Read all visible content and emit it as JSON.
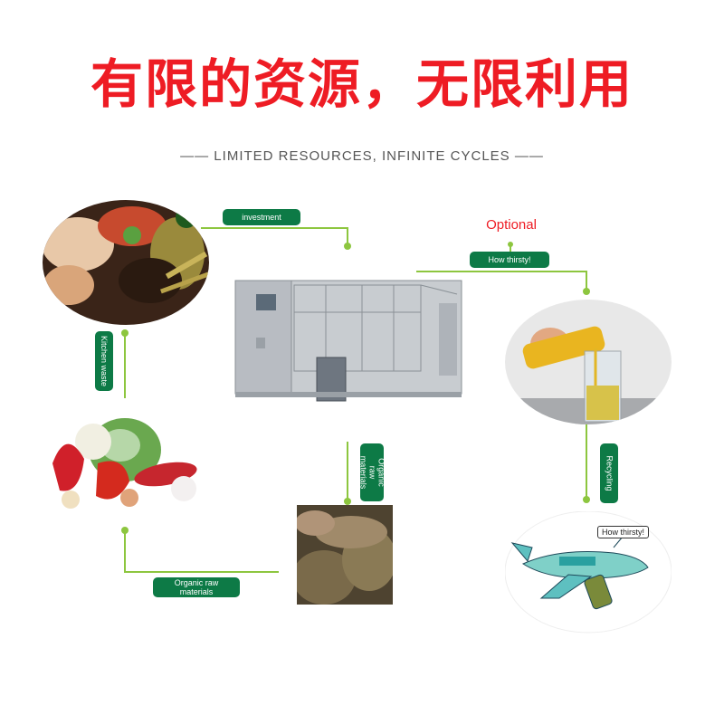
{
  "title": "有限的资源，无限利用",
  "subtitle": "—— LIMITED RESOURCES, INFINITE CYCLES ——",
  "labels": {
    "investment": "investment",
    "optional": "Optional",
    "how_thirsty_top": "How thirsty!",
    "kitchen_waste": "Kitchen waste",
    "organic_raw_vertical": "Organic raw materials",
    "recycling": "Recycling",
    "organic_raw_bottom": "Organic raw materials",
    "plane_bubble": "How thirsty!"
  },
  "colors": {
    "title": "#ee1c24",
    "pill": "#0d7a46",
    "connector": "#8dc63f",
    "optional": "#ee1c24"
  },
  "images": {
    "kitchen": "kitchen-waste-photo",
    "machine": "food-waste-processing-machine",
    "oil": "oil-pouring-photo",
    "vegetables": "vegetables-photo",
    "soil": "organic-soil-photo",
    "plane": "plane-cartoon"
  }
}
